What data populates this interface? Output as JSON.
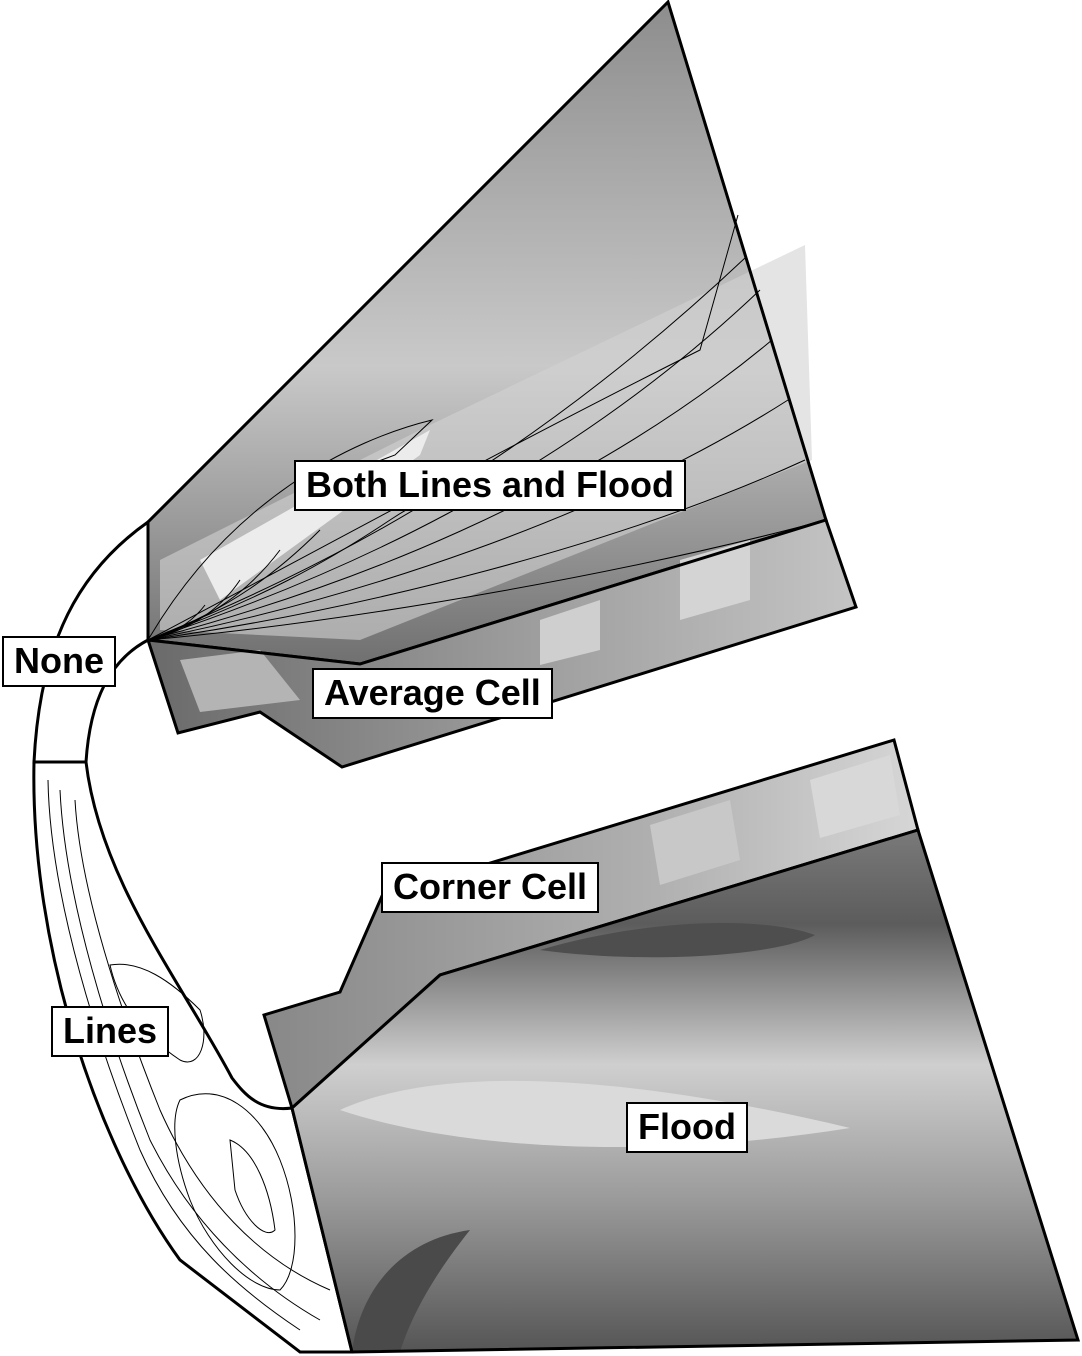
{
  "labels": {
    "both_lines_and_flood": "Both Lines and Flood",
    "none": "None",
    "average_cell": "Average Cell",
    "corner_cell": "Corner Cell",
    "lines": "Lines",
    "flood": "Flood"
  },
  "colors": {
    "outline": "#000000",
    "background": "#ffffff",
    "contour_line": "#000000"
  }
}
